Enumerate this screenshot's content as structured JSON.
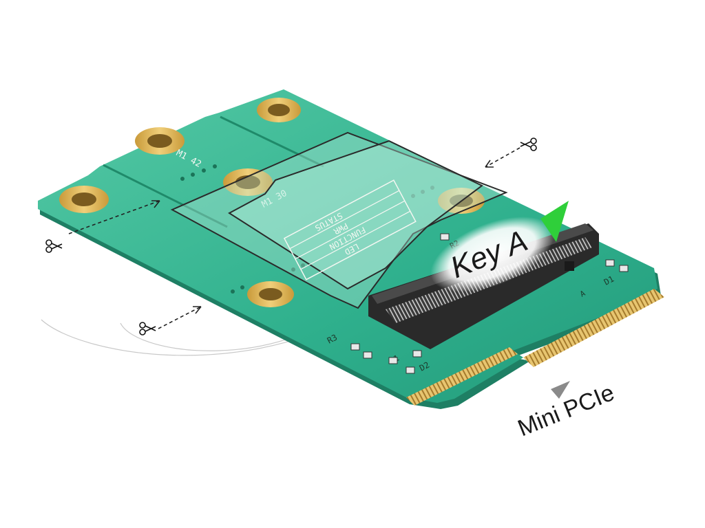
{
  "labels": {
    "key": "Key A",
    "interface": "Mini PCIe"
  },
  "silkscreen": {
    "m1_42": "M1 42",
    "m1_30": "M1 30",
    "r3": "R3",
    "r1": "R1",
    "r2": "R2",
    "d1": "D1",
    "d2": "D2",
    "a": "A",
    "led_table": [
      "STATUS",
      "PWR",
      "FUNCTION",
      "LED"
    ]
  },
  "icons": {
    "scissors_count": 3,
    "key_marker": "green-triangle-icon",
    "slot_marker": "gray-triangle-icon"
  },
  "colors": {
    "pcb_green": "#2fb08d",
    "pcb_light": "#5cd0ad",
    "gold": "#e0b55a",
    "connector": "#2b2b2b",
    "key_marker": "#2fcf3a",
    "slot_marker": "#8a8a8a"
  }
}
